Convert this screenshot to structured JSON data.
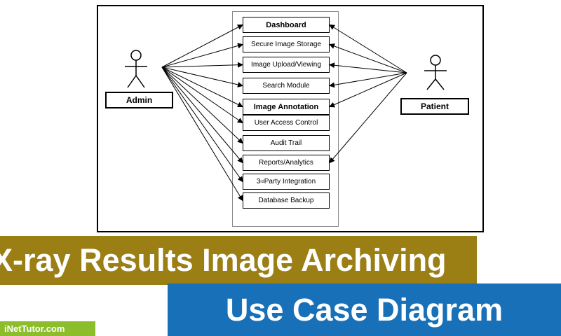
{
  "diagram": {
    "actors": [
      {
        "id": "admin",
        "label": "Admin"
      },
      {
        "id": "patient",
        "label": "Patient"
      }
    ],
    "use_cases": [
      {
        "id": "dashboard",
        "label": "Dashboard",
        "linked_to": [
          "admin",
          "patient"
        ]
      },
      {
        "id": "secure-image-storage",
        "label": "Secure Image Storage",
        "linked_to": [
          "admin",
          "patient"
        ]
      },
      {
        "id": "image-upload-viewing",
        "label": "Image Upload/Viewing",
        "linked_to": [
          "admin",
          "patient"
        ]
      },
      {
        "id": "search-module",
        "label": "Search Module",
        "linked_to": [
          "admin",
          "patient"
        ]
      },
      {
        "id": "image-annotation",
        "label": "Image Annotation",
        "linked_to": [
          "admin",
          "patient"
        ]
      },
      {
        "id": "user-access-control",
        "label": "User Access Control",
        "linked_to": [
          "admin"
        ]
      },
      {
        "id": "audit-trail",
        "label": "Audit Trail",
        "linked_to": [
          "admin"
        ]
      },
      {
        "id": "reports-analytics",
        "label": "Reports/Analytics",
        "linked_to": [
          "admin",
          "patient"
        ]
      },
      {
        "id": "third-party-integration",
        "label_prefix": "3",
        "label_sup": "rd",
        "label_suffix": " Party Integration",
        "linked_to": [
          "admin"
        ]
      },
      {
        "id": "database-backup",
        "label": "Database Backup",
        "linked_to": [
          "admin"
        ]
      }
    ]
  },
  "banners": {
    "title": "X-ray Results Image Archiving",
    "subtitle": "Use Case Diagram",
    "brand": "iNetTutor.com"
  },
  "colors": {
    "title_bg": "#9b7e14",
    "subtitle_bg": "#1770b8",
    "brand_bg": "#8cbd2a"
  }
}
